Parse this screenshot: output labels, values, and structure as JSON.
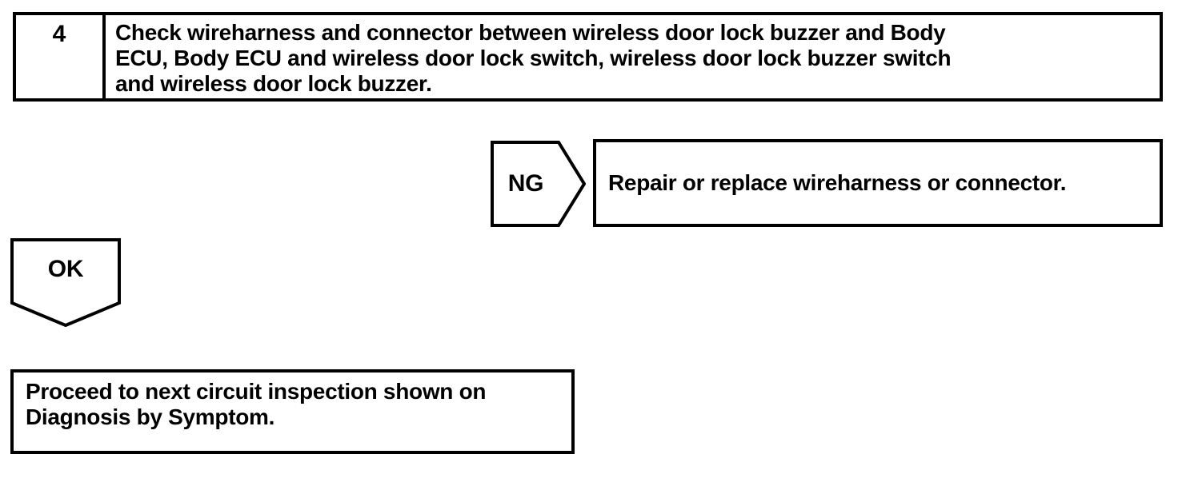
{
  "colors": {
    "ink": "#000000",
    "background": "#ffffff"
  },
  "step": {
    "number": "4",
    "instruction_lines": [
      "Check wireharness and connector between wireless door lock buzzer and Body",
      "ECU, Body ECU and wireless door lock switch, wireless door lock buzzer switch",
      "and wireless door lock buzzer."
    ]
  },
  "ng_branch": {
    "label": "NG",
    "action": "Repair or replace wireharness or connector."
  },
  "ok_branch": {
    "label": "OK",
    "action_lines": [
      "Proceed to next circuit inspection shown on",
      "Diagnosis by Symptom."
    ]
  }
}
